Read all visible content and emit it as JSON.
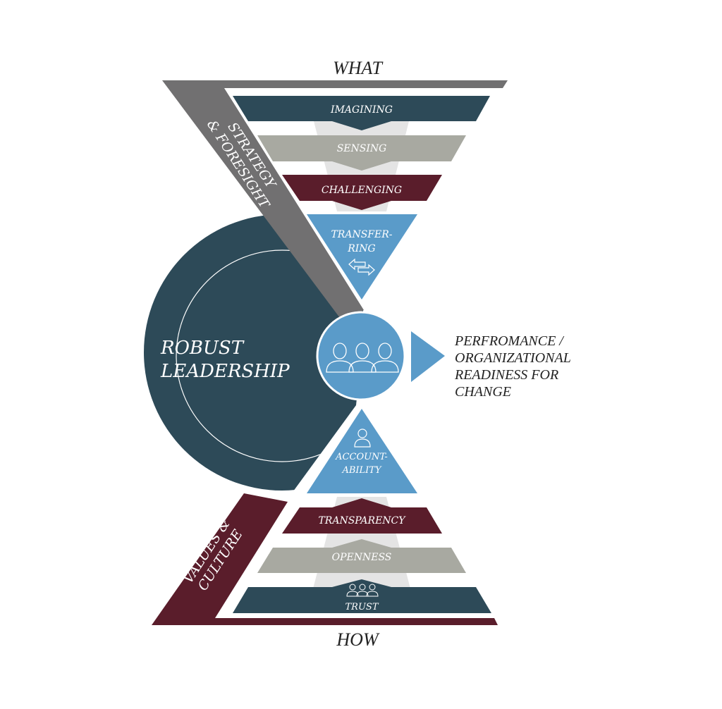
{
  "title_top": "WHAT",
  "title_bottom": "HOW",
  "core": {
    "line1": "ROBUST",
    "line2": "LEADERSHIP"
  },
  "strategy_band": {
    "line1": "STRATEGY",
    "line2": "& FORESIGHT"
  },
  "values_band": {
    "line1": "VALUES &",
    "line2": "CULTURE"
  },
  "upper_layers": [
    {
      "label": "IMAGINING"
    },
    {
      "label": "SENSING"
    },
    {
      "label": "CHALLENGING"
    },
    {
      "label1": "TRANSFER-",
      "label2": "RING",
      "icon": "exchange-arrows-icon"
    }
  ],
  "lower_layers": [
    {
      "label1": "ACCOUNT-",
      "label2": "ABILITY",
      "icon": "person-icon"
    },
    {
      "label": "TRANSPARENCY"
    },
    {
      "label": "OPENNESS"
    },
    {
      "label": "TRUST",
      "icon": "group-icon"
    }
  ],
  "outcome": {
    "line1": "PERFROMANCE /",
    "line2": "ORGANIZATIONAL",
    "line3": "READINESS FOR",
    "line4": "CHANGE"
  },
  "colors": {
    "dark": "#2d4a58",
    "gray": "#a8a9a1",
    "maroon": "#5a1d2b",
    "blue": "#5a9bc9",
    "band_gray": "#717071",
    "funnel": "#e4e4e4"
  }
}
